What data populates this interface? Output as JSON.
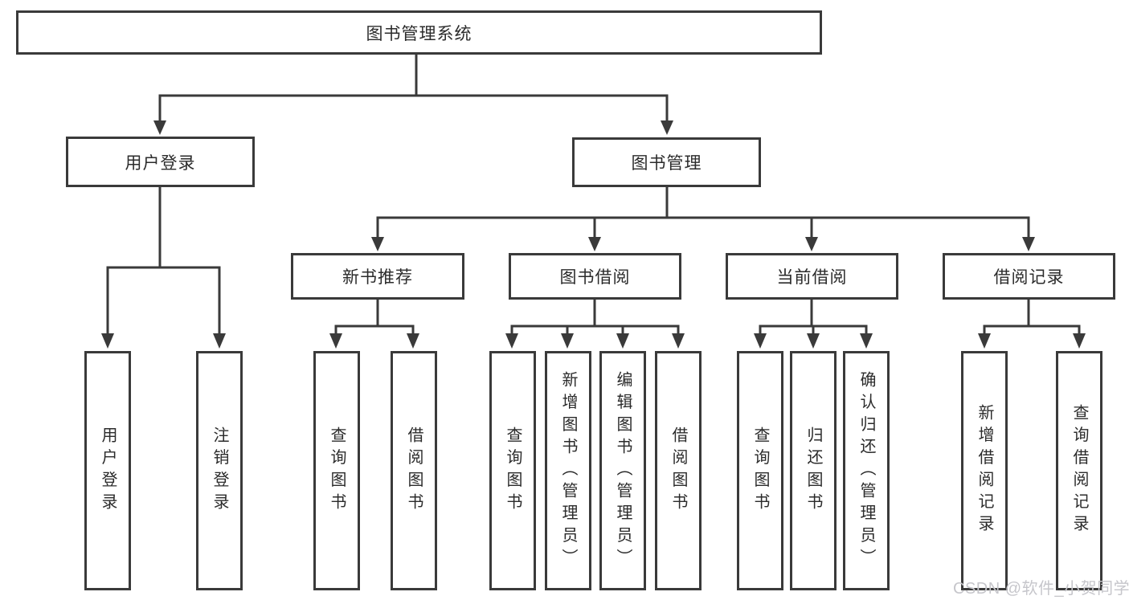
{
  "title": "图书管理系统",
  "level2": {
    "user_login": "用户登录",
    "book_management": "图书管理"
  },
  "level3": {
    "new_book_recommend": "新书推荐",
    "book_borrow": "图书借阅",
    "current_borrow": "当前借阅",
    "borrow_records": "借阅记录"
  },
  "leaves": {
    "user_login": "用户登录",
    "logout": "注销登录",
    "nb_search_books": "查询图书",
    "nb_borrow_books": "借阅图书",
    "bb_search_books": "查询图书",
    "bb_add_book_admin": "新增图书（管理员）",
    "bb_edit_book_admin": "编辑图书（管理员）",
    "bb_borrow_books": "借阅图书",
    "cb_search_books": "查询图书",
    "cb_return_books": "归还图书",
    "cb_confirm_return_admin": "确认归还（管理员）",
    "br_add_record": "新增借阅记录",
    "br_search_record": "查询借阅记录"
  },
  "watermark": "CSDN @软件_小贺同学",
  "colors": {
    "line": "#3a3a3a",
    "text": "#2b2b2b",
    "watermark": "#c6c6cb"
  }
}
